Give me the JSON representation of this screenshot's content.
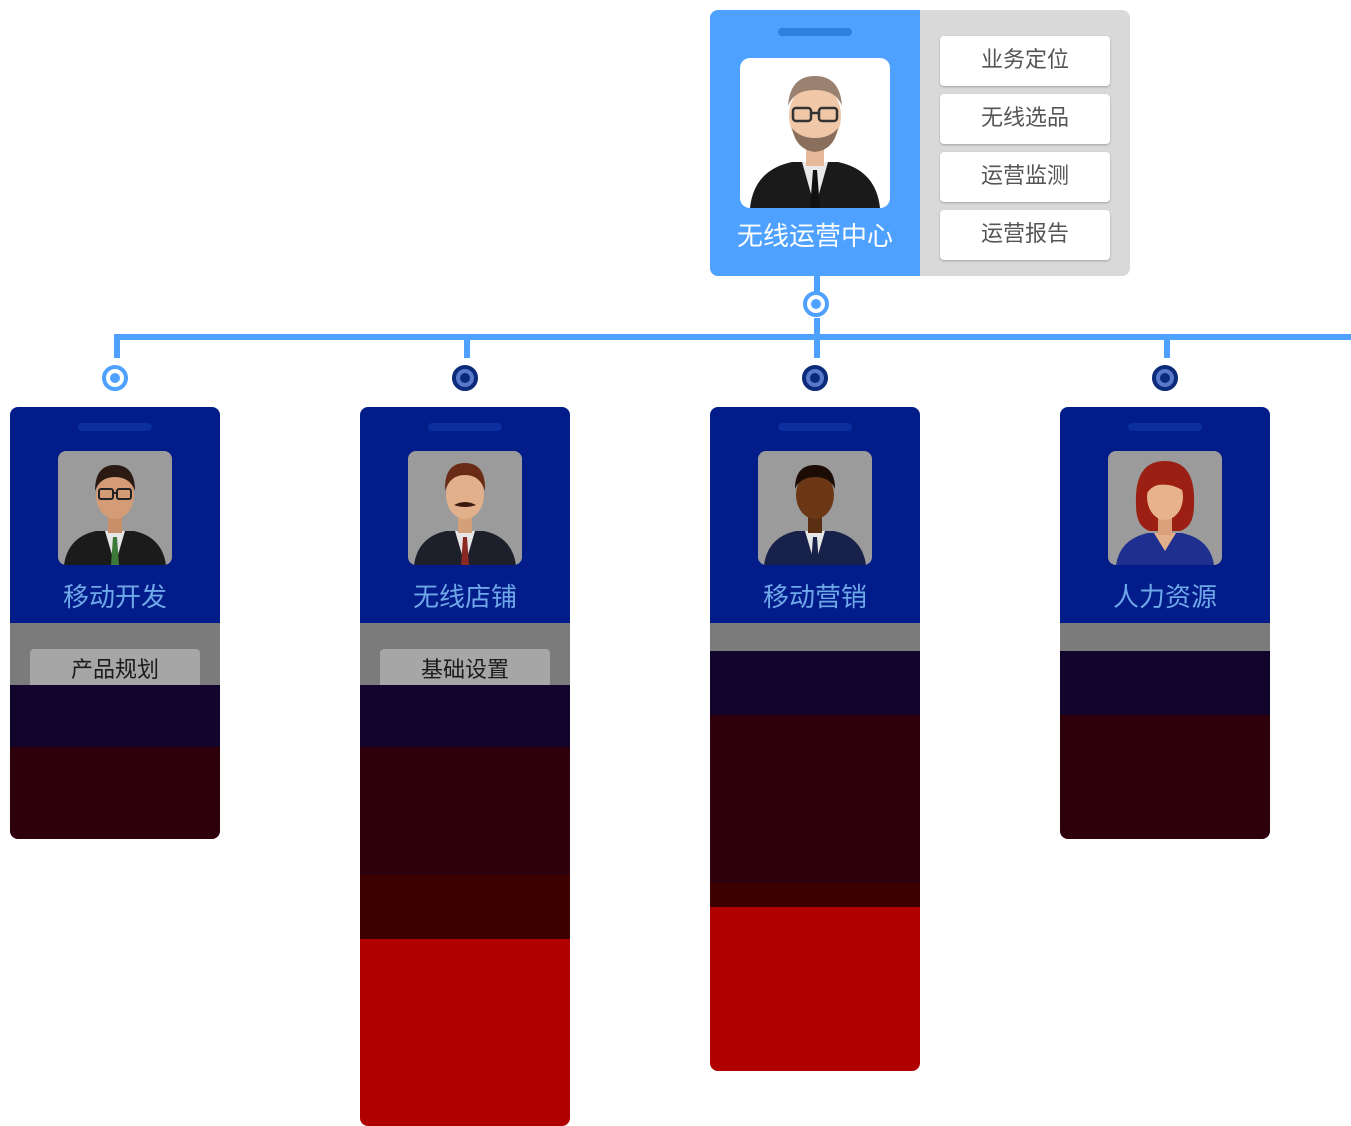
{
  "root": {
    "name": "无线运营中心",
    "menu": [
      "业务定位",
      "无线选品",
      "运营监测",
      "运营报告"
    ]
  },
  "children": [
    {
      "name": "移动开发",
      "sub": "产品规划"
    },
    {
      "name": "无线店铺",
      "sub": "基础设置"
    },
    {
      "name": "移动营销",
      "sub": ""
    },
    {
      "name": "人力资源",
      "sub": ""
    }
  ],
  "colors": {
    "accent": "#4ea1ff",
    "card_dark": "#021c8a",
    "menu_bg": "#d9d9d9"
  }
}
